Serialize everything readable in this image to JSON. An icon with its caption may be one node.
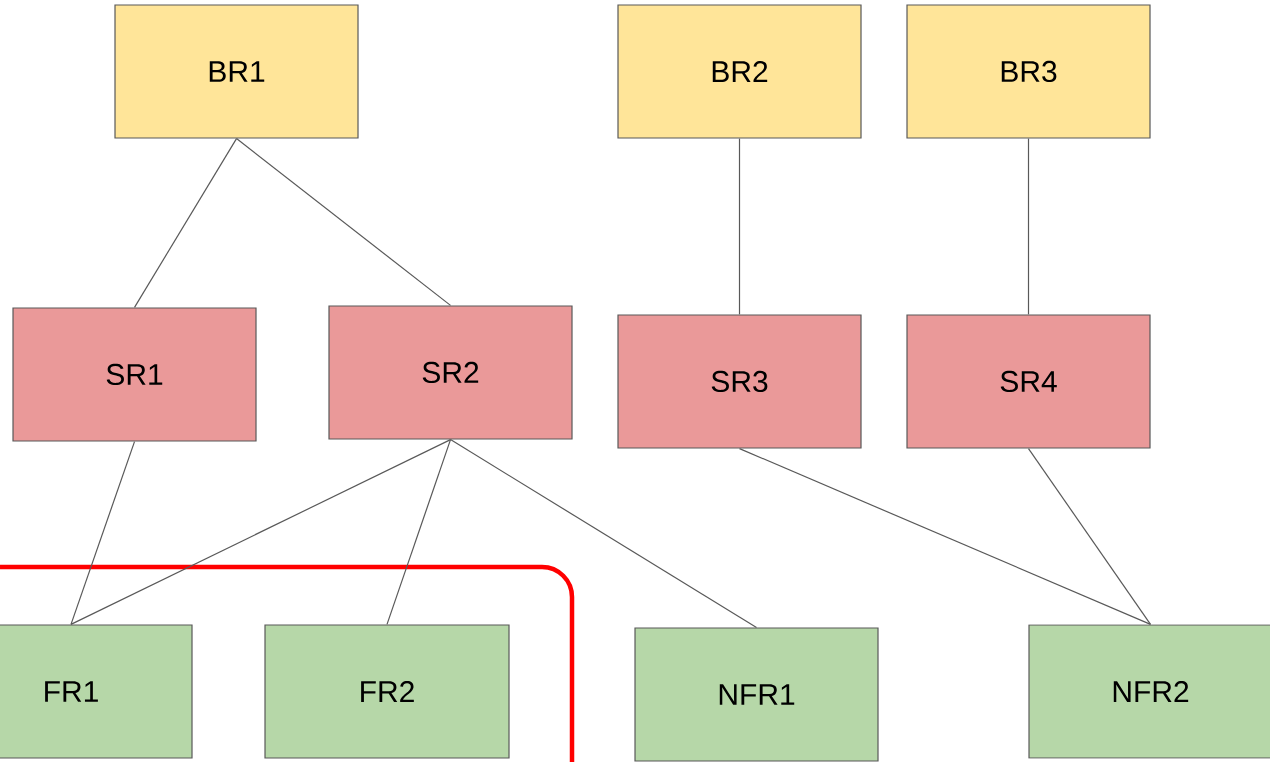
{
  "diagram": {
    "nodes": [
      {
        "text": [
          "BR1"
        ]
      },
      {
        "text": [
          "BR2"
        ]
      },
      {
        "text": [
          "BR3"
        ]
      },
      {
        "text": [
          "SR1"
        ]
      },
      {
        "text": [
          "SR2"
        ]
      },
      {
        "text": [
          "SR3"
        ]
      },
      {
        "text": [
          "SR4"
        ]
      },
      {
        "text": [],
        "shape": "box"
      },
      {
        "text": [
          "FR1"
        ],
        "in": 7
      },
      {
        "text": [
          "FR2"
        ],
        "in": 7
      },
      {
        "text": [
          "NFR1"
        ]
      },
      {
        "text": [
          "NFR2"
        ]
      }
    ],
    "edges": [
      {
        "from": 0,
        "to": 3,
        "arrow": "none"
      },
      {
        "from": 0,
        "to": 4,
        "arrow": "none"
      },
      {
        "from": 1,
        "to": 5,
        "arrow": "none"
      },
      {
        "from": 2,
        "to": 6,
        "arrow": "none"
      },
      {
        "from": 3,
        "to": 8,
        "arrow": "none"
      },
      {
        "from": 4,
        "to": 8,
        "arrow": "none"
      },
      {
        "from": 4,
        "to": 9,
        "arrow": "none"
      },
      {
        "from": 4,
        "to": 10,
        "arrow": "none"
      },
      {
        "from": 5,
        "to": 11,
        "arrow": "none"
      },
      {
        "from": 6,
        "to": 11,
        "arrow": "none"
      }
    ]
  }
}
